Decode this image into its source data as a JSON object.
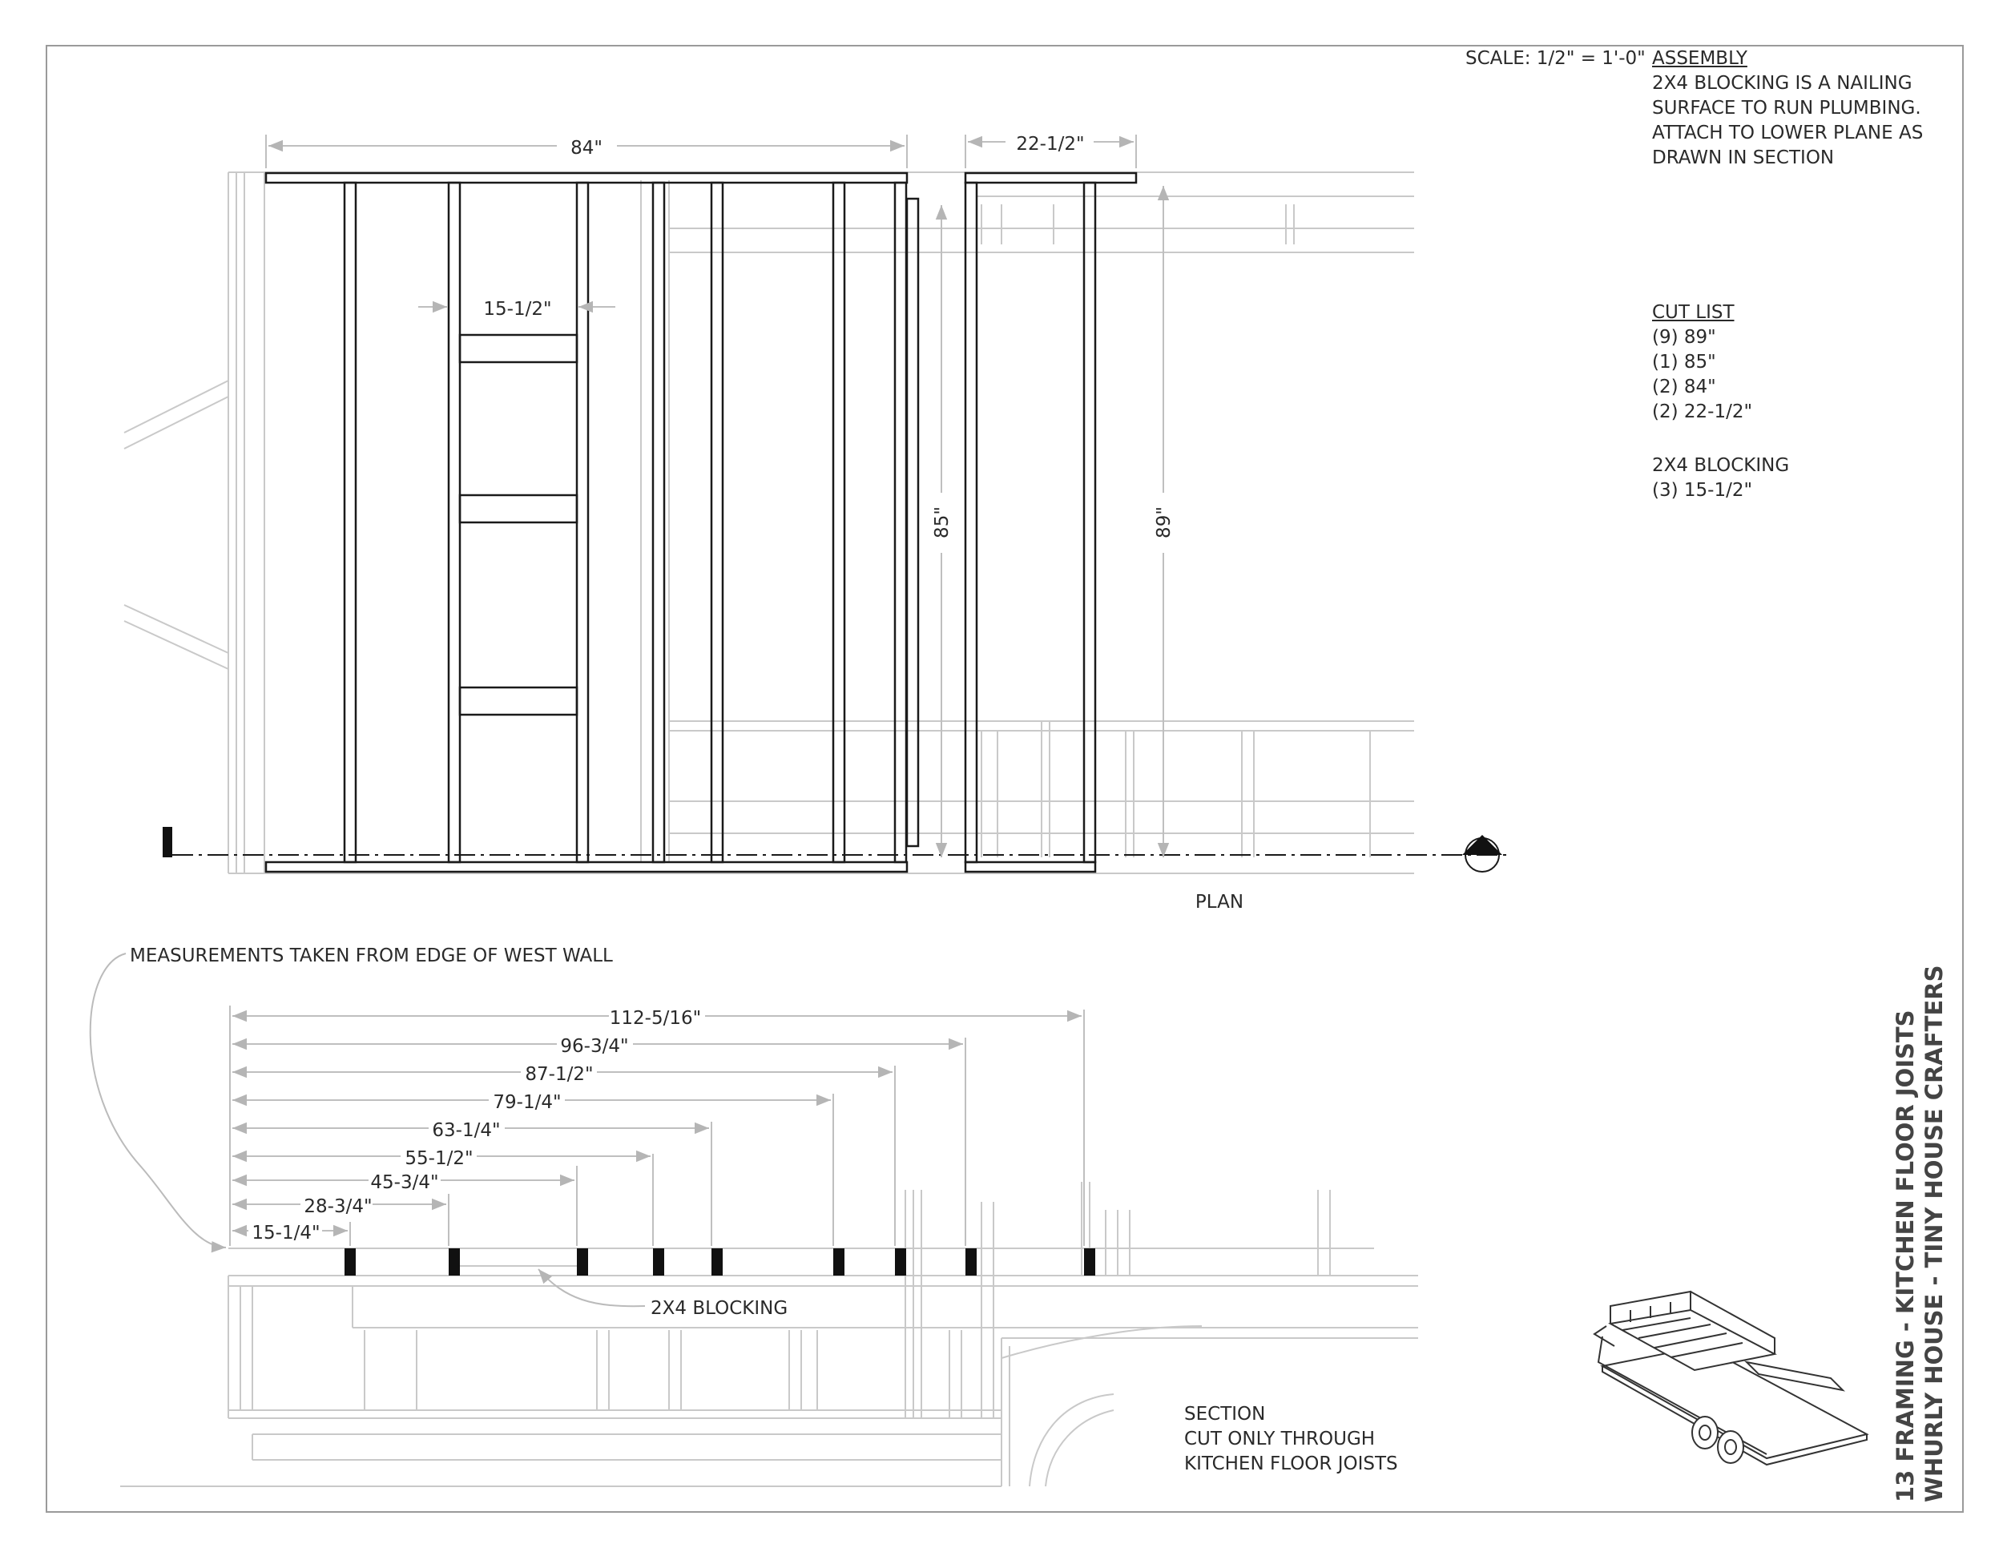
{
  "scale": "SCALE: 1/2\" = 1'-0\"",
  "assembly": {
    "heading": "ASSEMBLY",
    "lines": [
      "2X4 BLOCKING IS A NAILING",
      "SURFACE TO RUN PLUMBING.",
      "ATTACH TO LOWER PLANE AS",
      "DRAWN IN SECTION"
    ]
  },
  "cut_list": {
    "heading": "CUT LIST",
    "lines": [
      "(9) 89\"",
      "(1) 85\"",
      "(2) 84\"",
      "(2) 22-1/2\""
    ]
  },
  "blocking_list": {
    "heading": "2X4 BLOCKING",
    "lines": [
      "(3) 15-1/2\""
    ]
  },
  "plan": {
    "label": "PLAN",
    "dim_width": "84\"",
    "dim_side": "22-1/2\"",
    "dim_block": "15-1/2\"",
    "dim_85": "85\"",
    "dim_89": "89\""
  },
  "section": {
    "measure_note": "MEASUREMENTS TAKEN FROM EDGE OF WEST WALL",
    "dims": [
      "112-5/16\"",
      "96-3/4\"",
      "87-1/2\"",
      "79-1/4\"",
      "63-1/4\"",
      "55-1/2\"",
      "45-3/4\"",
      "28-3/4\"",
      "15-1/4\""
    ],
    "blocking_label": "2X4 BLOCKING",
    "caption": [
      "SECTION",
      "CUT ONLY THROUGH",
      "KITCHEN FLOOR JOISTS"
    ]
  },
  "title_block": {
    "line1": "13 FRAMING  - KITCHEN FLOOR JOISTS",
    "line2": "WHURLY HOUSE - TINY HOUSE CRAFTERS"
  }
}
